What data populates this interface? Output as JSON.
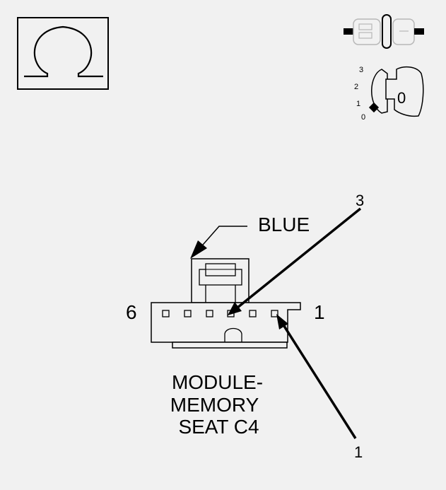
{
  "icons": {
    "measurement_symbol": "omega-resistance-icon",
    "connector_symbol": "disconnected-connector-icon",
    "ignition_symbol": "ignition-key-icon"
  },
  "ignition": {
    "positions": [
      "3",
      "2",
      "1",
      "0"
    ],
    "key_label": "0"
  },
  "connector": {
    "color_label": "BLUE",
    "pin_left": "6",
    "pin_right": "1",
    "callouts": [
      "3",
      "1"
    ],
    "name_lines": [
      "MODULE-",
      "MEMORY",
      "SEAT C4"
    ]
  },
  "colors": {
    "background": "#f1f1f1",
    "line": "#000000",
    "faded": "#b8b8b8"
  }
}
